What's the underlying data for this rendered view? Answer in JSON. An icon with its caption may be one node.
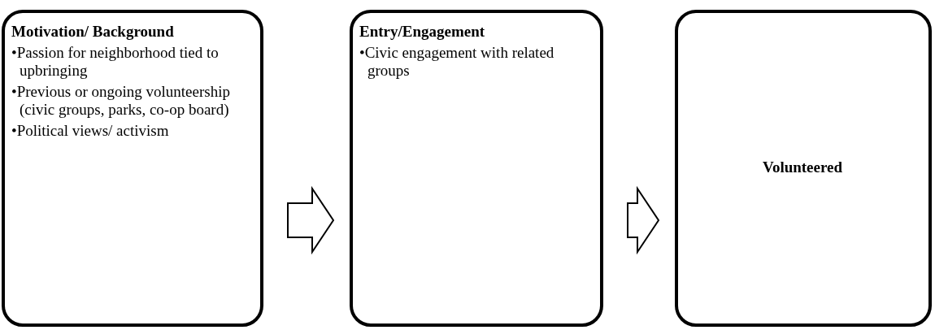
{
  "diagram": {
    "nodes": [
      {
        "text": [
          "Motivation/ Background",
          "•Passion for neighborhood tied to upbringing",
          "•Previous or ongoing volunteership (civic groups, parks, co-op board)",
          "•Political views/ activism"
        ]
      },
      {
        "text": [
          "Entry/Engagement",
          "•Civic engagement with related groups"
        ]
      },
      {
        "text": [
          "Volunteered"
        ]
      }
    ],
    "edges": [
      {
        "from": 0,
        "to": 1,
        "arrow": "to"
      },
      {
        "from": 1,
        "to": 2,
        "arrow": "to"
      }
    ]
  }
}
